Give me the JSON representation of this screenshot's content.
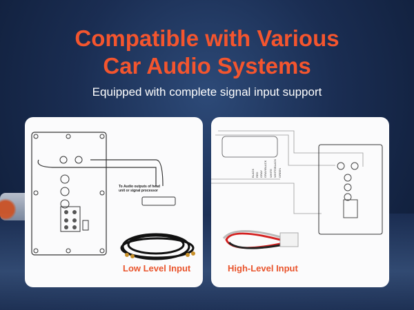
{
  "header": {
    "title_line1": "Compatible with Various",
    "title_line2": "Car Audio Systems",
    "subtitle": "Equipped with complete signal input support"
  },
  "cards": [
    {
      "caption": "Low Level Input",
      "note": "To Audio outputs of head unit or signal processor"
    },
    {
      "caption": "High-Level Input",
      "wires": [
        "BLACK",
        "RED",
        "GRAY",
        "GRAY/BLACK",
        "WHITE",
        "WHITE/BLACK",
        "GREEN"
      ]
    }
  ],
  "colors": {
    "accent": "#f4552e",
    "background": "#1a2d52"
  }
}
